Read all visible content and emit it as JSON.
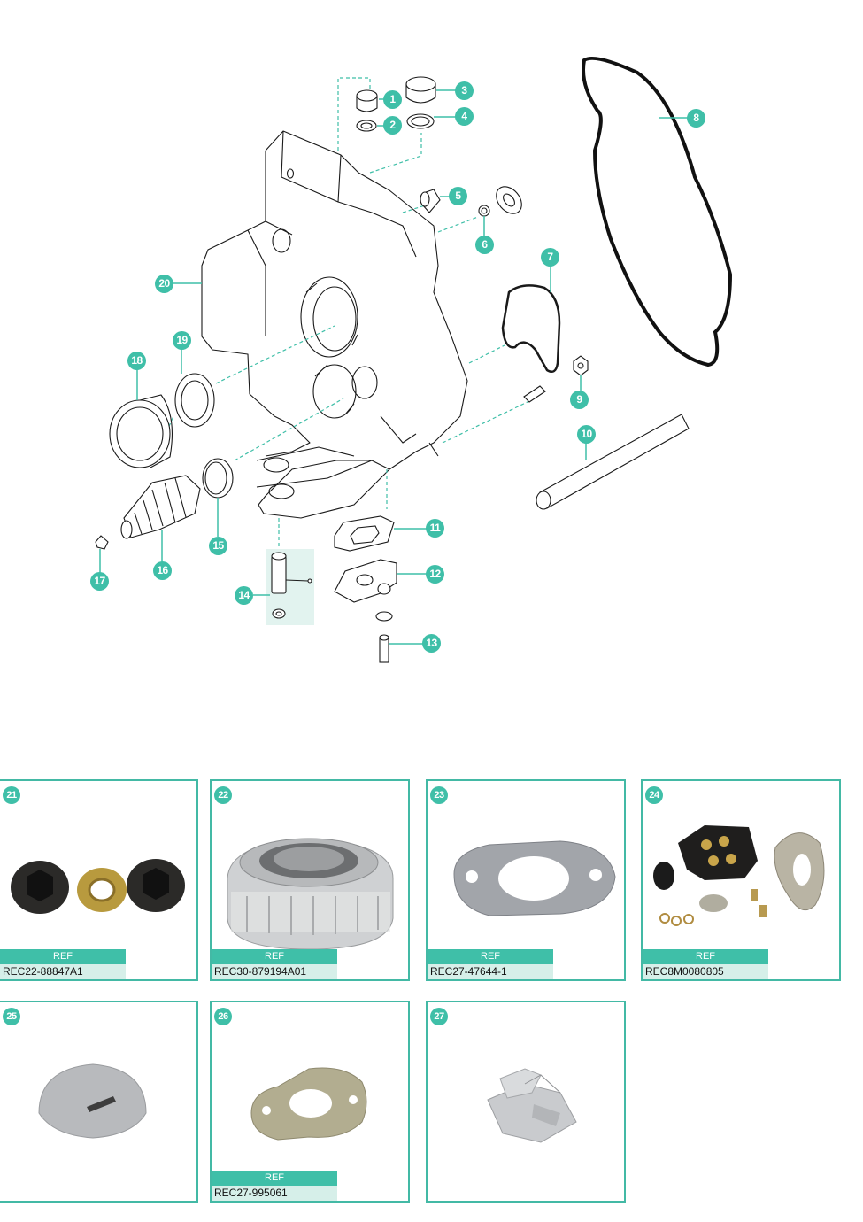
{
  "colors": {
    "accent": "#3fbfa8",
    "card_border": "#43b9a5",
    "ref_bg": "#d6efe9",
    "line": "#1a1a1a"
  },
  "callouts": [
    "1",
    "2",
    "3",
    "4",
    "5",
    "6",
    "7",
    "8",
    "9",
    "10",
    "11",
    "12",
    "13",
    "14",
    "15",
    "16",
    "17",
    "18",
    "19",
    "20"
  ],
  "cards": [
    {
      "number": "21",
      "ref_label": "REF",
      "ref_code": "REC22-88847A1"
    },
    {
      "number": "22",
      "ref_label": "REF",
      "ref_code": "REC30-879194A01"
    },
    {
      "number": "23",
      "ref_label": "REF",
      "ref_code": "REC27-47644-1"
    },
    {
      "number": "24",
      "ref_label": "REF",
      "ref_code": "REC8M0080805"
    },
    {
      "number": "25"
    },
    {
      "number": "26",
      "ref_label": "REF",
      "ref_code": "REC27-995061"
    },
    {
      "number": "27"
    }
  ]
}
